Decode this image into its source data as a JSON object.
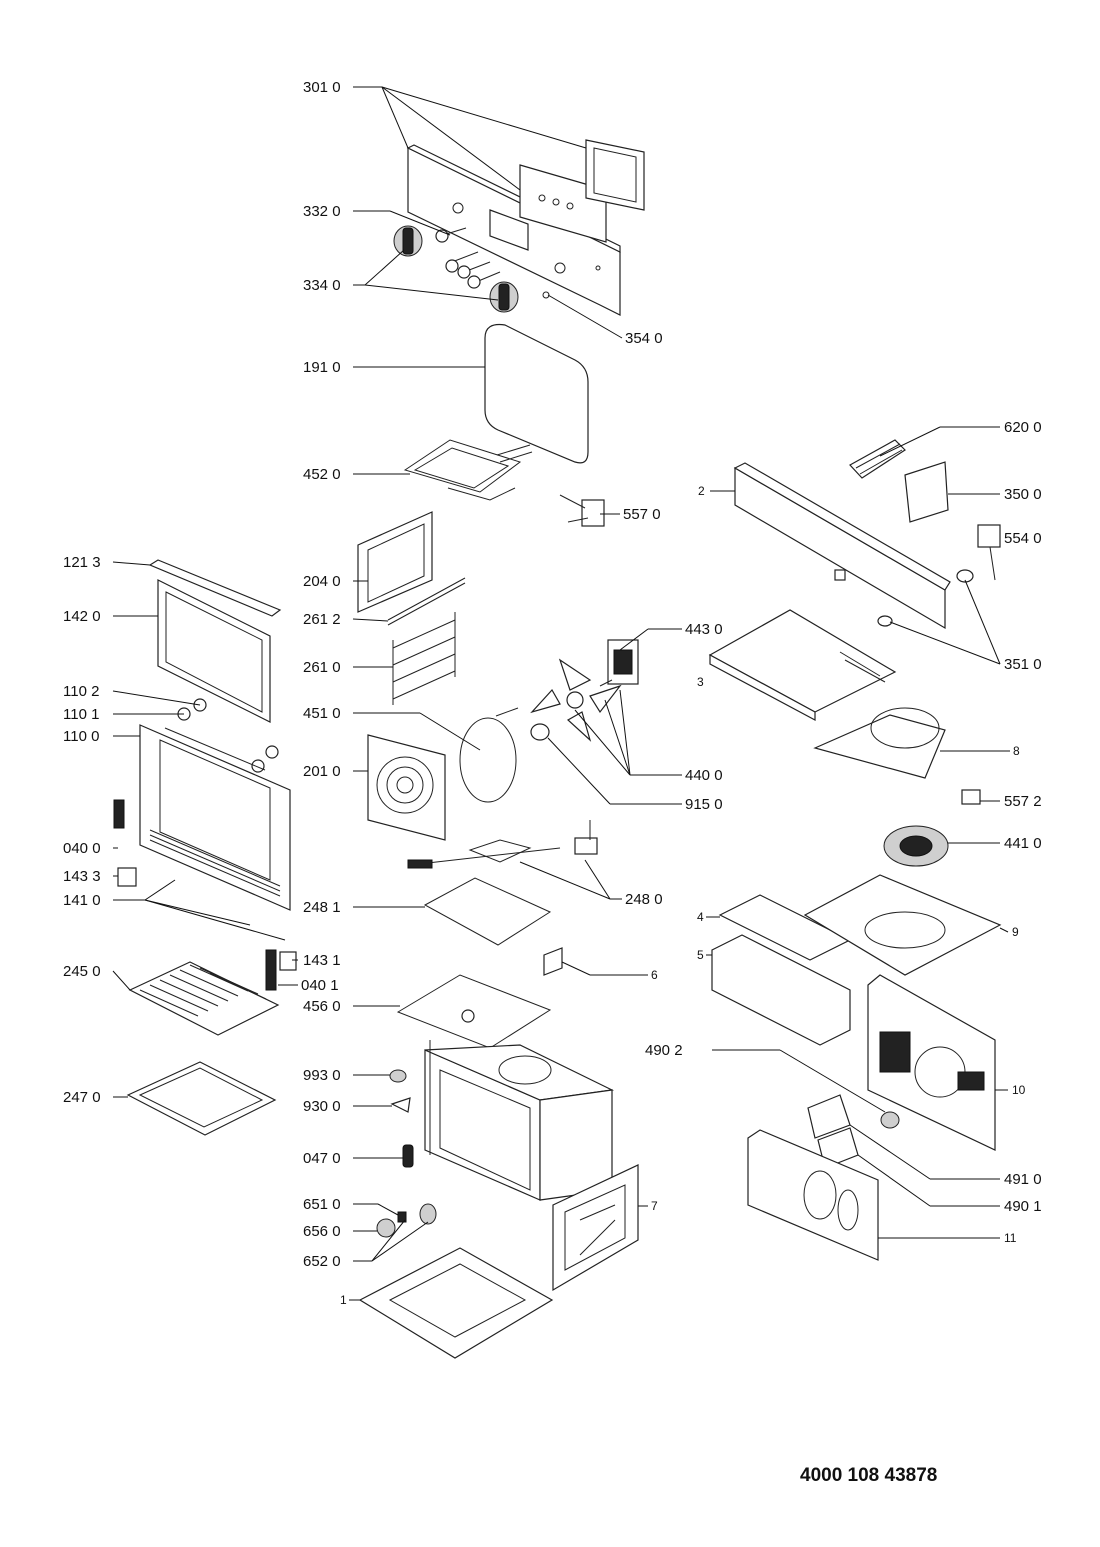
{
  "document_number": "4000 108 43878",
  "part_labels": {
    "p301_0": "301 0",
    "p332_0": "332 0",
    "p334_0": "334 0",
    "p354_0": "354 0",
    "p191_0": "191 0",
    "p452_0": "452 0",
    "p557_0": "557 0",
    "p620_0": "620 0",
    "p2": "2",
    "p350_0": "350 0",
    "p554_0": "554 0",
    "p121_3": "121 3",
    "p142_0": "142 0",
    "p204_0": "204 0",
    "p261_2": "261 2",
    "p261_0": "261 0",
    "p443_0": "443 0",
    "p351_0": "351 0",
    "p3": "3",
    "p110_2": "110 2",
    "p110_1": "110 1",
    "p110_0": "110 0",
    "p451_0": "451 0",
    "p201_0": "201 0",
    "p440_0": "440 0",
    "p915_0": "915 0",
    "p8": "8",
    "p557_2": "557 2",
    "p441_0": "441 0",
    "p040_0": "040 0",
    "p143_3": "143 3",
    "p141_0": "141 0",
    "p248_1": "248 1",
    "p248_0": "248 0",
    "p4": "4",
    "p9": "9",
    "p5": "5",
    "p143_1": "143 1",
    "p040_1": "040 1",
    "p245_0": "245 0",
    "p456_0": "456 0",
    "p6": "6",
    "p490_2": "490 2",
    "p10": "10",
    "p993_0": "993 0",
    "p247_0": "247 0",
    "p930_0": "930 0",
    "p047_0": "047 0",
    "p491_0": "491 0",
    "p490_1": "490 1",
    "p651_0": "651 0",
    "p7": "7",
    "p656_0": "656 0",
    "p11": "11",
    "p652_0": "652 0",
    "p1": "1"
  }
}
